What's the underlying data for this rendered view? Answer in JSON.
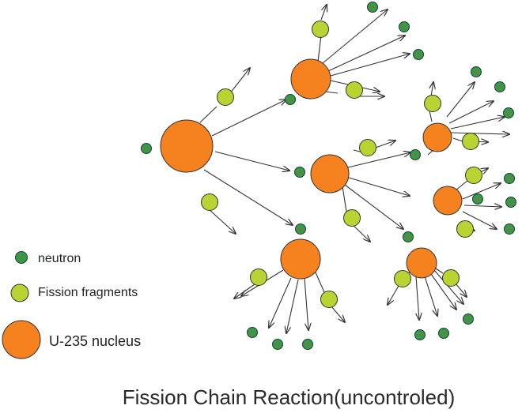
{
  "title": "Fission Chain Reaction(uncontroled)",
  "legend": {
    "neutron": "neutron",
    "fragment": "Fission fragments",
    "nucleus": "U-235 nucleus"
  },
  "neutron_mark": "n",
  "colors": {
    "nucleus_fill": "#f5821f",
    "fragment_fill": "#b8d432",
    "neutron_fill": "#2e9e4a",
    "neutron_mark": "#e0452b",
    "stroke": "#333333",
    "arrow": "#333333"
  },
  "icons": [
    "nucleus-icon",
    "fragment-icon",
    "neutron-icon",
    "arrow-icon"
  ]
}
